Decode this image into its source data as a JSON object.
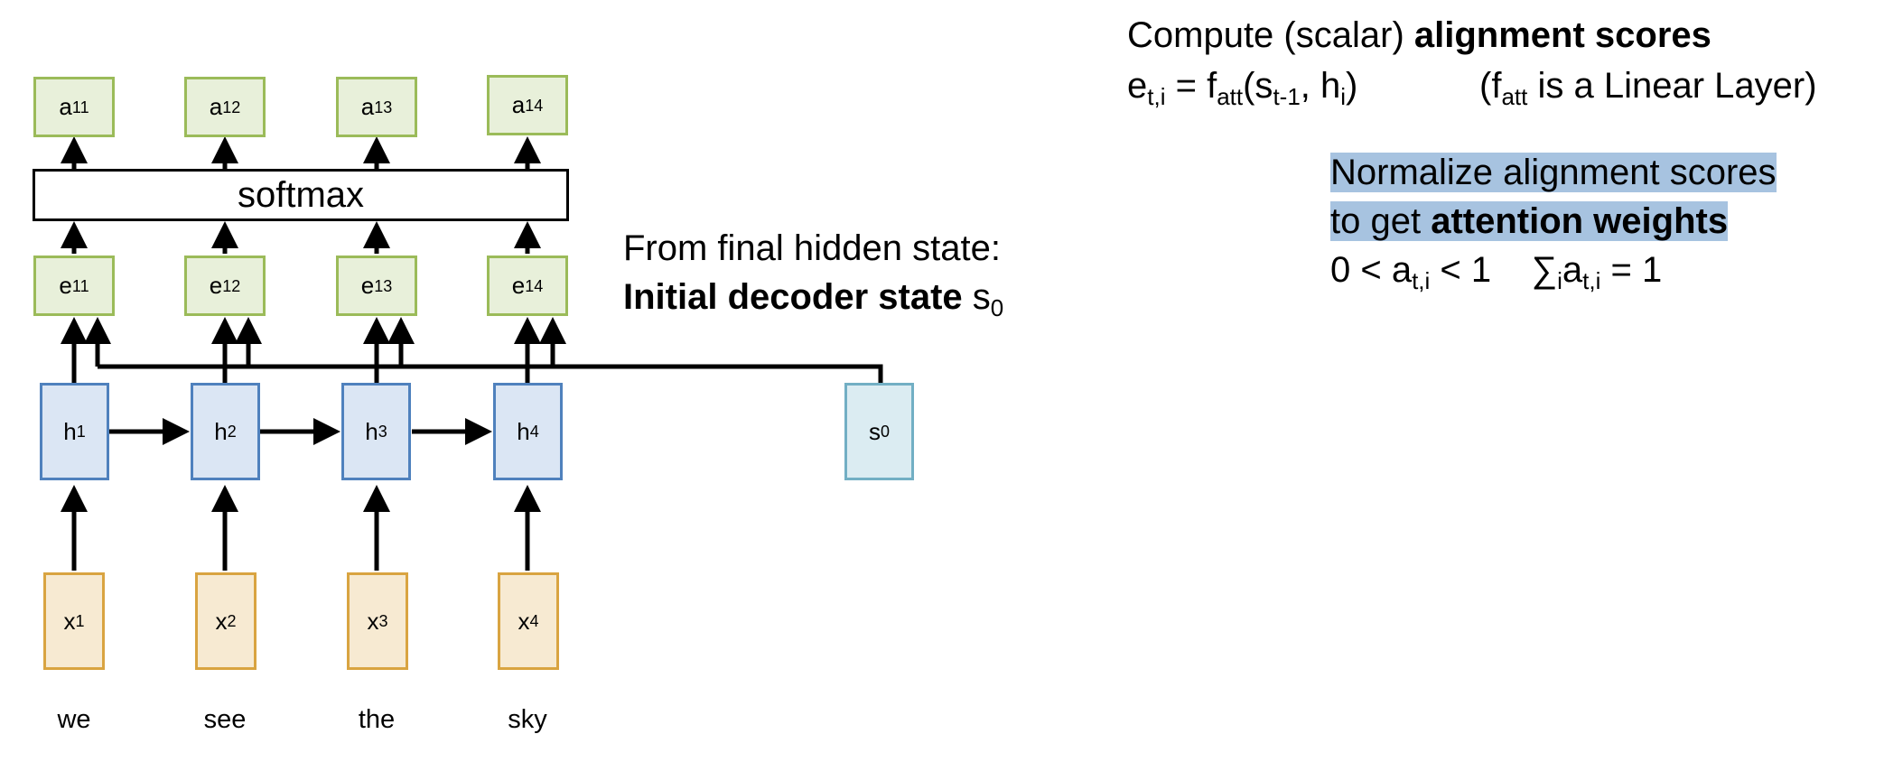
{
  "diagram": {
    "softmax_label": "softmax",
    "a_nodes": [
      {
        "base": "a",
        "sub": "11"
      },
      {
        "base": "a",
        "sub": "12"
      },
      {
        "base": "a",
        "sub": "13"
      },
      {
        "base": "a",
        "sub": "14"
      }
    ],
    "e_nodes": [
      {
        "base": "e",
        "sub": "11"
      },
      {
        "base": "e",
        "sub": "12"
      },
      {
        "base": "e",
        "sub": "13"
      },
      {
        "base": "e",
        "sub": "14"
      }
    ],
    "h_nodes": [
      {
        "base": "h",
        "sub": "1"
      },
      {
        "base": "h",
        "sub": "2"
      },
      {
        "base": "h",
        "sub": "3"
      },
      {
        "base": "h",
        "sub": "4"
      }
    ],
    "s_node": {
      "base": "s",
      "sub": "0"
    },
    "x_nodes": [
      {
        "base": "x",
        "sub": "1"
      },
      {
        "base": "x",
        "sub": "2"
      },
      {
        "base": "x",
        "sub": "3"
      },
      {
        "base": "x",
        "sub": "4"
      }
    ],
    "words": [
      "we",
      "see",
      "the",
      "sky"
    ]
  },
  "annotations": {
    "initial_state": {
      "line1": "From final hidden state:",
      "line2_bold": "Initial decoder state",
      "line2_var": "s",
      "line2_sub": "0"
    },
    "alignment": {
      "line1_plain": "Compute (scalar)",
      "line1_bold": "alignment scores",
      "e": "e",
      "e_sub": "t,i",
      "eq": " = f",
      "f_sub": "att",
      "args_open": "(s",
      "s_sub": "t-1",
      "args_mid": ", h",
      "h_sub": "i",
      "args_close": ")",
      "note_open": "(f",
      "note_sub": "att",
      "note_rest": " is a Linear Layer)"
    },
    "normalize": {
      "line1": "Normalize alignment scores",
      "line2_plain": "to get",
      "line2_bold": "attention weights",
      "c1": "0 < a",
      "c1_sub": "t,i",
      "c1_end": " < 1",
      "c2_sum": "∑",
      "c2_sum_sub": "i",
      "c2_a": "a",
      "c2_a_sub": "t,i",
      "c2_end": " = 1"
    }
  },
  "colors": {
    "green_fill": "#e8f0da",
    "green_border": "#9bbb59",
    "blue_fill": "#dbe6f4",
    "blue_border": "#4f81bd",
    "teal_fill": "#dbecf2",
    "teal_border": "#72afc4",
    "orange_fill": "#f7ead2",
    "orange_border": "#d9a441",
    "highlight": "#a7c3e0"
  }
}
